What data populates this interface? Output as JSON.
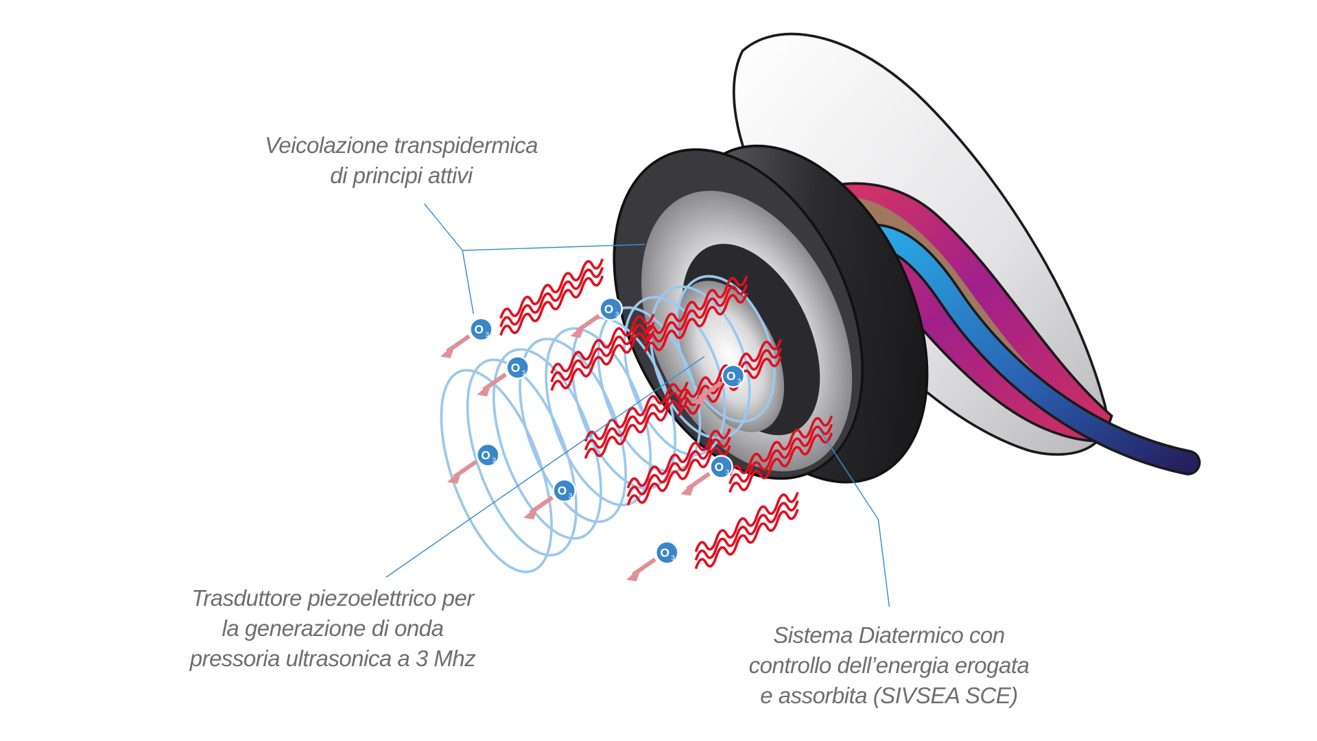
{
  "labels": {
    "transdermal": {
      "line1": "Veicolazione transpidermica",
      "line2": "di principi attivi"
    },
    "transducer": {
      "line1": "Trasduttore piezoelettrico per",
      "line2": "la generazione di onda",
      "line3": "pressoria ultrasonica a 3 Mhz"
    },
    "diathermic": {
      "line1": "Sistema Diatermico con",
      "line2": "controllo dell’energia erogata",
      "line3": "e assorbita (SIVSEA SCE)"
    }
  },
  "ozone_badge": {
    "symbol": "O",
    "subscript": "3"
  },
  "colors": {
    "leader": "#3a8fd0",
    "coil": "#9cc8ec",
    "heat": "#e01020",
    "arrow": "#e09098",
    "badge": "#3a86c8"
  }
}
